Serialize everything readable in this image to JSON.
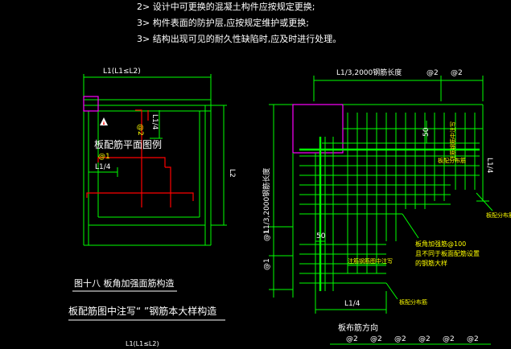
{
  "notes": {
    "line2": "2> 设计中可更换的混凝土构件应按规定更换;",
    "line3": "3> 构件表面的防护层,应按规定维护或更换;",
    "line4": "3> 结构出现可见的耐久性缺陷时,应及时进行处理。"
  },
  "left_detail": {
    "dim_top": "L1(L1≤L2)",
    "dim_bottom": "L1(L1≤L2)",
    "rebar_at": "@2",
    "l1_4_vertical": "L1/4",
    "title": "板配筋平面图例",
    "mark_at1": "@1",
    "l1_4_horizontal": "L1/4",
    "dim_right": "L2",
    "fig_caption": "图十八  板角加强面筋构造",
    "fig_note": "板配筋图中注写“    ”钢筋本大样构造"
  },
  "right_detail": {
    "dim_top_label": "L1/3,2000钢筋长度",
    "dim_top_at_a": "@2",
    "dim_top_at_b": "@2",
    "dim_left_label": "L1/3,2000钢筋长度",
    "dim_50_top": "50",
    "dim_50_bottom": "50",
    "dim_right_l14": "L1/4",
    "dim_bottom_l14": "L1/4",
    "left_at1_upper": "@1",
    "left_at1_lower": "@1",
    "label_dist_top": "板配分布筋",
    "label_vertical_hint": "注筋钢筋中注写",
    "label_dist_right": "板配分布筋",
    "label_corner_a": "板角加强筋@100",
    "label_corner_b": "且不同于板面配筋设置",
    "label_corner_c": "的钢筋大样",
    "label_fig_note": "注筋钢筋图中注写",
    "label_dist_bottom": "板配分布筋",
    "bottom_title": "板布筋方向",
    "bottom_ats": [
      "@2",
      "@2",
      "@2",
      "@2",
      "@2",
      "@2"
    ]
  },
  "colors": {
    "line_green": "#00ff00",
    "accent_magenta": "#ff00ff",
    "rebar_red": "#ff0000",
    "text_yellow": "#ffff00",
    "text_white": "#ffffff"
  }
}
